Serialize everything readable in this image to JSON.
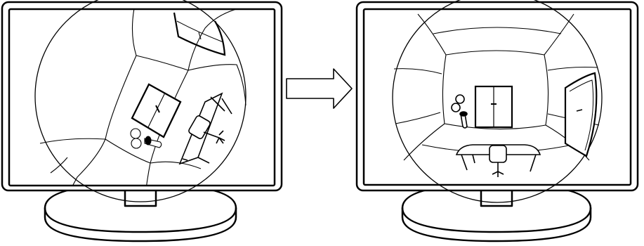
{
  "figure": {
    "left_view": "fisheye-camera-view",
    "right_view": "corrected-fisheye-view",
    "transition": "arrow-right",
    "colors": {
      "stroke": "#000000",
      "background": "#ffffff"
    },
    "icons": [
      "monitor-icon",
      "fisheye-view-icon",
      "arrow-right-icon",
      "desk-icon",
      "chair-icon",
      "door-icon",
      "person-icon"
    ]
  }
}
